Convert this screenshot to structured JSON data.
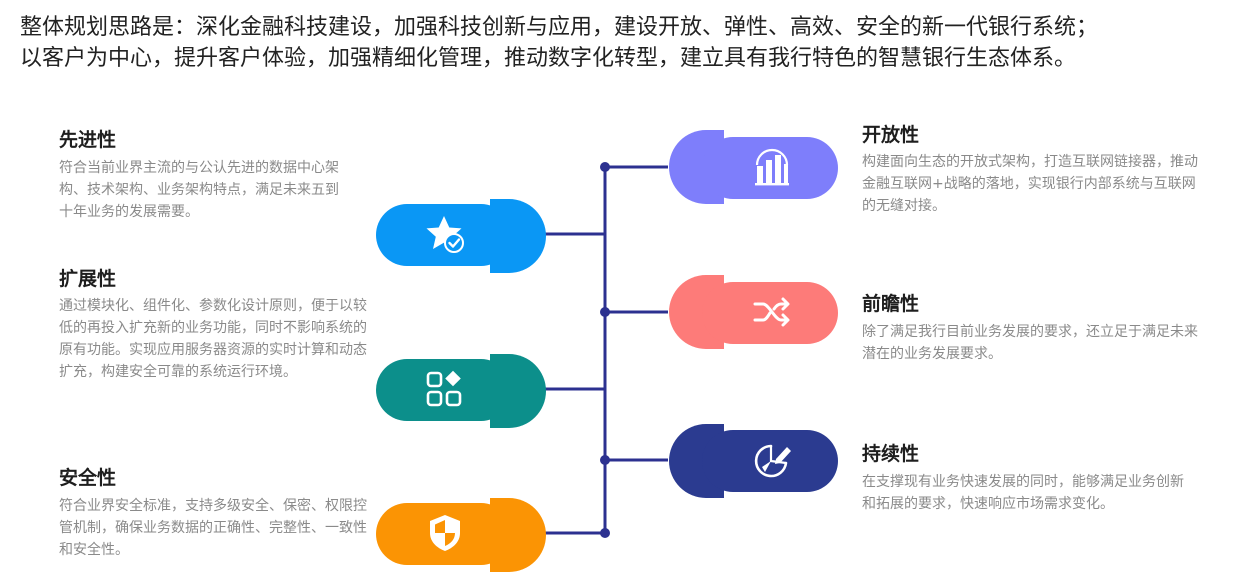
{
  "header": {
    "line1": "整体规划思路是：深化金融科技建设，加强科技创新与应用，建设开放、弹性、高效、安全的新一代银行系统；",
    "line2": "以客户为中心，提升客户体验，加强精细化管理，推动数字化转型，建立具有我行特色的智慧银行生态体系。"
  },
  "left_items": [
    {
      "title": "先进性",
      "desc": "符合当前业界主流的与公认先进的数据中心架构、技术架构、业务架构特点，满足未来五到十年业务的发展需要。",
      "color": "#0a97f5",
      "icon": "star-check-icon"
    },
    {
      "title": "扩展性",
      "desc": "通过模块化、组件化、参数化设计原则，便于以较低的再投入扩充新的业务功能，同时不影响系统的原有功能。实现应用服务器资源的实时计算和动态扩充，构建安全可靠的系统运行环境。",
      "color": "#0c8f8b",
      "icon": "modules-icon"
    },
    {
      "title": "安全性",
      "desc": "符合业界安全标准，支持多级安全、保密、权限控管机制，确保业务数据的正确性、完整性、一致性和安全性。",
      "color": "#fb9404",
      "icon": "shield-icon"
    }
  ],
  "right_items": [
    {
      "title": "开放性",
      "desc": "构建面向生态的开放式架构，打造互联网链接器，推动金融互联网+战略的落地，实现银行内部系统与互联网的无缝对接。",
      "color": "#7e7efb",
      "icon": "bar-chart-icon"
    },
    {
      "title": "前瞻性",
      "desc": "除了满足我行目前业务发展的要求，还立足于满足未来潜在的业务发展要求。",
      "color": "#fd7b79",
      "icon": "shuffle-icon"
    },
    {
      "title": "持续性",
      "desc": "在支撑现有业务快速发展的同时，能够满足业务创新和拓展的要求，快速响应市场需求变化。",
      "color": "#2b3b90",
      "icon": "pie-edit-icon"
    }
  ],
  "connector_color": "#2c3190"
}
